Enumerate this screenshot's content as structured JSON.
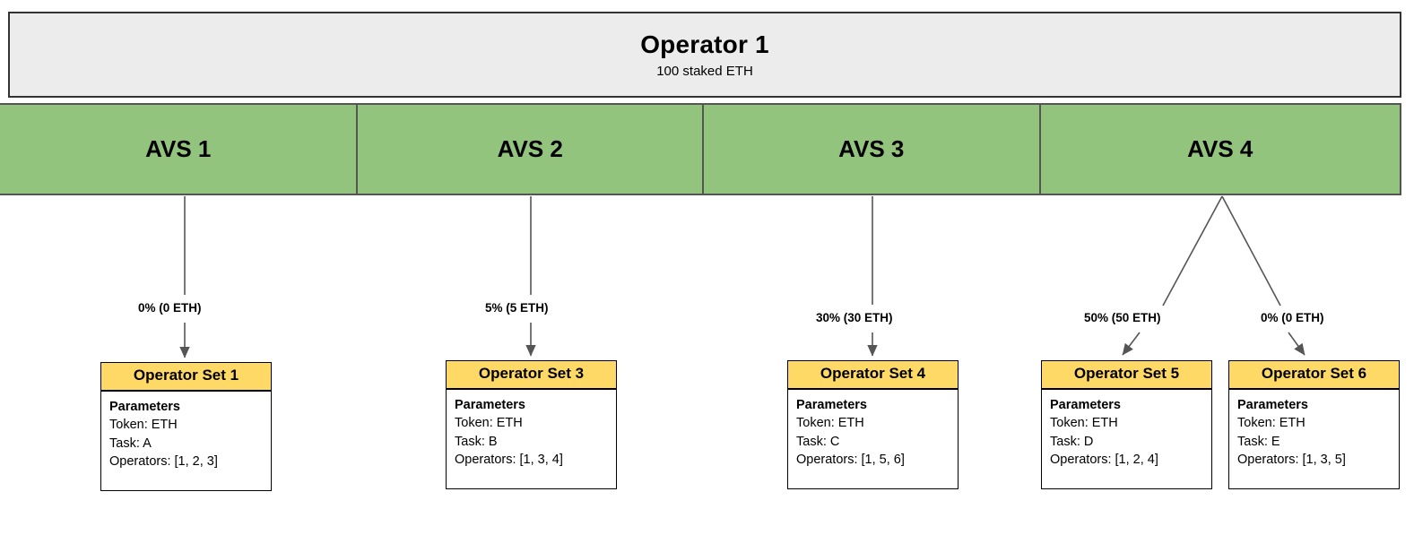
{
  "operator": {
    "title": "Operator 1",
    "subtitle": "100 staked ETH"
  },
  "avs": [
    {
      "label": "AVS 1"
    },
    {
      "label": "AVS 2"
    },
    {
      "label": "AVS 3"
    },
    {
      "label": "AVS 4"
    }
  ],
  "edges": [
    {
      "label": "0% (0 ETH)",
      "from": "AVS 1",
      "to": "Operator Set 1"
    },
    {
      "label": "5% (5 ETH)",
      "from": "AVS 2",
      "to": "Operator Set 3"
    },
    {
      "label": "30% (30 ETH)",
      "from": "AVS 3",
      "to": "Operator Set 4"
    },
    {
      "label": "50% (50 ETH)",
      "from": "AVS 4",
      "to": "Operator Set 5"
    },
    {
      "label": "0% (0 ETH)",
      "from": "AVS 4",
      "to": "Operator Set 6"
    }
  ],
  "operator_sets": [
    {
      "title": "Operator Set 1",
      "params_title": "Parameters",
      "token": "Token: ETH",
      "task": "Task: A",
      "operators": "Operators: [1, 2, 3]"
    },
    {
      "title": "Operator Set 3",
      "params_title": "Parameters",
      "token": "Token: ETH",
      "task": "Task: B",
      "operators": "Operators: [1, 3, 4]"
    },
    {
      "title": "Operator Set 4",
      "params_title": "Parameters",
      "token": "Token: ETH",
      "task": "Task: C",
      "operators": "Operators: [1, 5, 6]"
    },
    {
      "title": "Operator Set 5",
      "params_title": "Parameters",
      "token": "Token: ETH",
      "task": "Task: D",
      "operators": "Operators: [1, 2, 4]"
    },
    {
      "title": "Operator Set 6",
      "params_title": "Parameters",
      "token": "Token: ETH",
      "task": "Task: E",
      "operators": "Operators: [1, 3, 5]"
    }
  ],
  "colors": {
    "avs_green": "#93c47d",
    "operator_grey": "#ececec",
    "opset_yellow": "#ffd966",
    "edge_stroke": "#555555",
    "border": "#333333"
  }
}
